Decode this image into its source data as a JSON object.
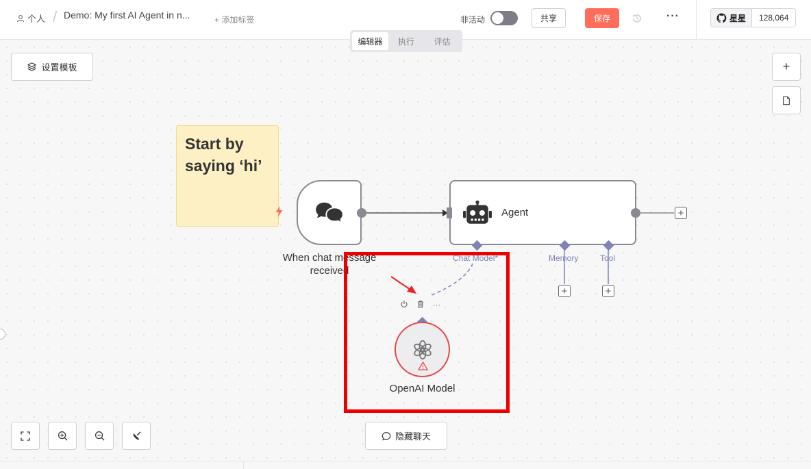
{
  "header": {
    "project_label": "个人",
    "workflow_title": "Demo: My first AI Agent in n...",
    "add_tag_label": "+ 添加标签",
    "inactive_label": "非活动",
    "share_label": "共享",
    "save_label": "保存",
    "more_label": "···",
    "github_star_label": "星星",
    "github_count": "128,064"
  },
  "tabs": [
    {
      "label": "编辑器",
      "active": true
    },
    {
      "label": "执行",
      "active": false
    },
    {
      "label": "评估",
      "active": false
    }
  ],
  "canvas": {
    "setup_template_label": "设置模板",
    "sticky_text": "Start by saying ‘hi’",
    "trigger_label": "When chat message received",
    "agent_label": "Agent",
    "chat_model_label": "Chat Model*",
    "memory_label": "Memory",
    "tool_label": "Tool",
    "openai_label": "OpenAI Model",
    "node_more_label": "···",
    "hide_chat_label": "隐藏聊天"
  },
  "colors": {
    "accent": "#ff6d5a",
    "subnode": "#7f82b4",
    "error": "#e5484d",
    "highlight": "#ee0000"
  }
}
